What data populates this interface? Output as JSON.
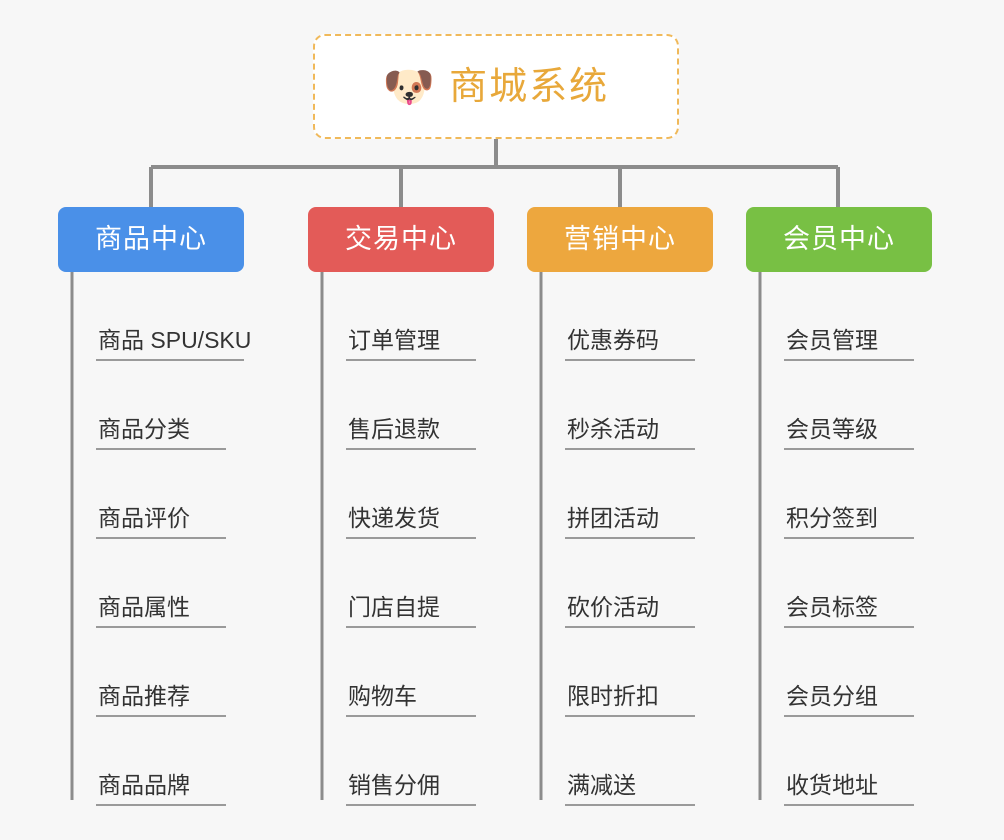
{
  "page": {
    "background_color": "#f7f7f7",
    "line_color": "#8c8c8c"
  },
  "root": {
    "title": "商城系统",
    "icon": "shiba-dog-face-emoji",
    "emoji": "🐶",
    "border_color": "#f0b95a",
    "title_color": "#e8a83a",
    "background_color": "#ffffff"
  },
  "columns": [
    {
      "id": "product-center",
      "label": "商品中心",
      "color": "#4a90e8",
      "items": [
        {
          "label": "商品 SPU/SKU"
        },
        {
          "label": "商品分类"
        },
        {
          "label": "商品评价"
        },
        {
          "label": "商品属性"
        },
        {
          "label": "商品推荐"
        },
        {
          "label": "商品品牌"
        }
      ]
    },
    {
      "id": "trade-center",
      "label": "交易中心",
      "color": "#e35b58",
      "items": [
        {
          "label": "订单管理"
        },
        {
          "label": "售后退款"
        },
        {
          "label": "快递发货"
        },
        {
          "label": "门店自提"
        },
        {
          "label": "购物车"
        },
        {
          "label": "销售分佣"
        }
      ]
    },
    {
      "id": "marketing-center",
      "label": "营销中心",
      "color": "#eda73e",
      "items": [
        {
          "label": "优惠券码"
        },
        {
          "label": "秒杀活动"
        },
        {
          "label": "拼团活动"
        },
        {
          "label": "砍价活动"
        },
        {
          "label": "限时折扣"
        },
        {
          "label": "满减送"
        }
      ]
    },
    {
      "id": "member-center",
      "label": "会员中心",
      "color": "#78c044",
      "items": [
        {
          "label": "会员管理"
        },
        {
          "label": "会员等级"
        },
        {
          "label": "积分签到"
        },
        {
          "label": "会员标签"
        },
        {
          "label": "会员分组"
        },
        {
          "label": "收货地址"
        }
      ]
    }
  ]
}
